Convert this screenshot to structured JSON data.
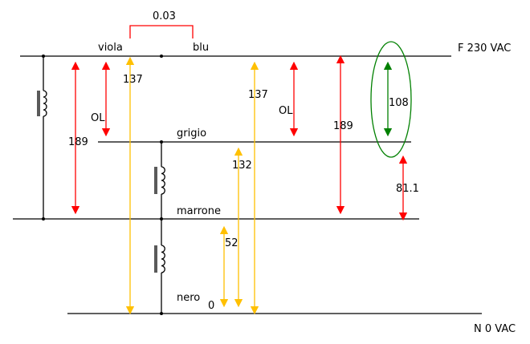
{
  "colors": {
    "wire": "#000000",
    "measure_red": "#ff0000",
    "measure_gold": "#ffc000",
    "measure_green": "#008000"
  },
  "rails": {
    "phase": "F 230 VAC",
    "neutral": "N 0 VAC"
  },
  "wires": {
    "viola": "viola",
    "blu": "blu",
    "grigio": "grigio",
    "marrone": "marrone",
    "nero": "nero"
  },
  "measurements": {
    "viola_blu": "0.03",
    "viola_n": "137",
    "blu_n": "137",
    "ol_left": "OL",
    "ol_right": "OL",
    "f_marrone_left": "189",
    "f_marrone_right": "189",
    "grigio_n": "132",
    "marrone_n": "52",
    "nero_n": "0",
    "f_grigio": "108",
    "grigio_marrone": "81.1"
  }
}
